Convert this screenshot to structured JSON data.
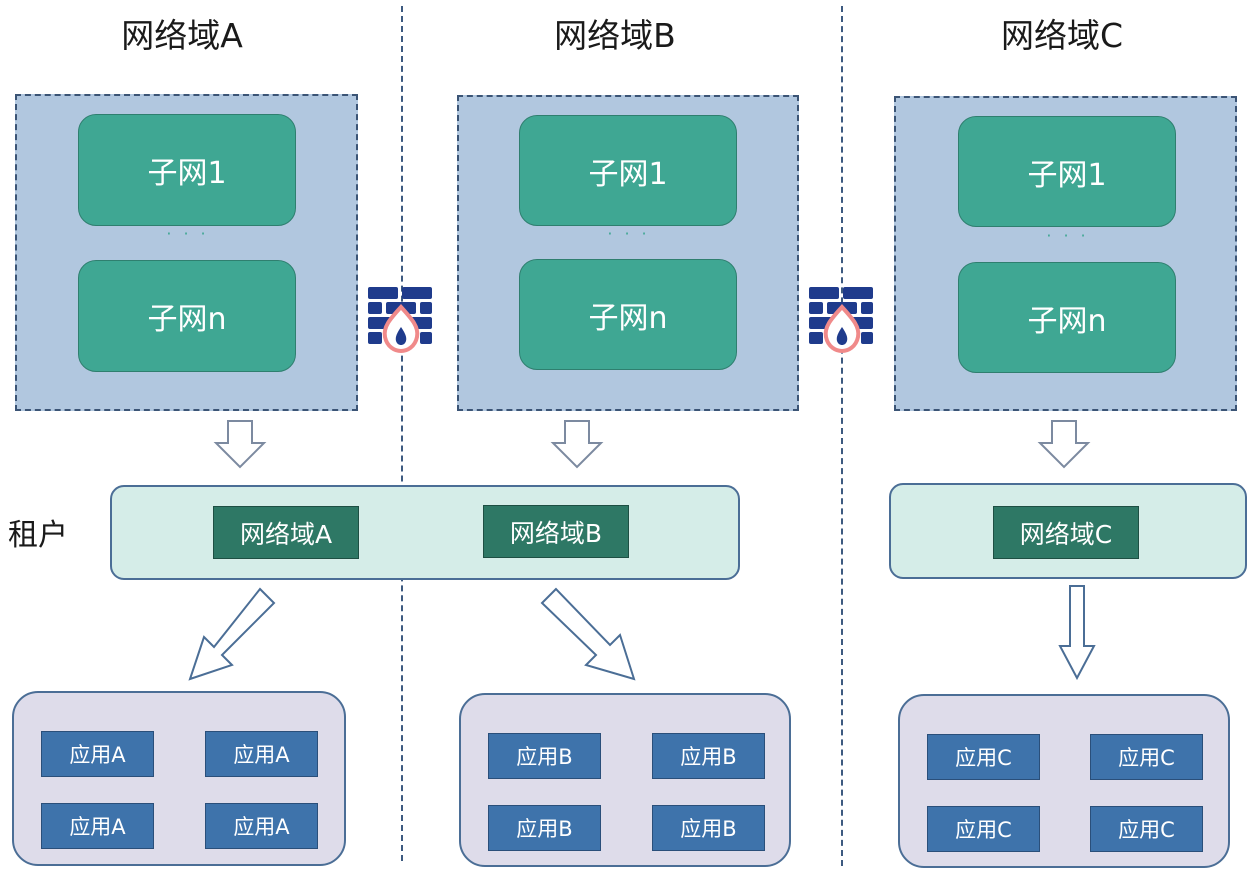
{
  "columns": [
    {
      "title": "网络域A",
      "subnets": [
        "子网1",
        "子网n"
      ],
      "dots": "···"
    },
    {
      "title": "网络域B",
      "subnets": [
        "子网1",
        "子网n"
      ],
      "dots": "···"
    },
    {
      "title": "网络域C",
      "subnets": [
        "子网1",
        "子网n"
      ],
      "dots": "···"
    }
  ],
  "tenant": {
    "label": "租户",
    "group1_domains": [
      "网络域A",
      "网络域B"
    ],
    "group2_domains": [
      "网络域C"
    ]
  },
  "apps": {
    "groupA": [
      "应用A",
      "应用A",
      "应用A",
      "应用A"
    ],
    "groupB": [
      "应用B",
      "应用B",
      "应用B",
      "应用B"
    ],
    "groupC": [
      "应用C",
      "应用C",
      "应用C",
      "应用C"
    ]
  },
  "icons": {
    "firewall": "firewall-icon",
    "arrow": "hollow-arrow-icon"
  },
  "colors": {
    "domain_bg": "#b1c7df",
    "subnet": "#3fa793",
    "tenant_bg": "#d5ede8",
    "domain_tag": "#2e7865",
    "app_group_bg": "#dedcea",
    "app": "#3e73ab",
    "firewall": "#1f3b8c",
    "flame": "#f08a8a"
  }
}
